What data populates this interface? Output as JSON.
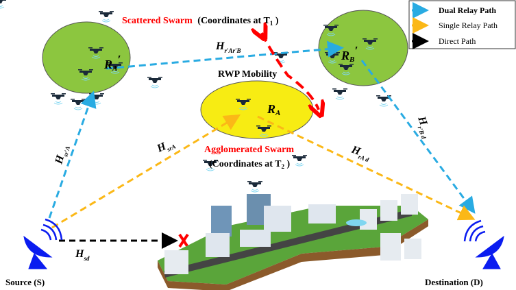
{
  "legend": {
    "items": [
      {
        "label": "Dual Relay Path",
        "color": "#29abe2"
      },
      {
        "label": "Single Relay Path",
        "color": "#fbb817"
      },
      {
        "label": "Direct Path",
        "color": "#000000"
      }
    ]
  },
  "labels": {
    "scattered": "Scattered Swarm",
    "scattered_coords": "(Coordinates at T",
    "t1": "1",
    "close_paren": " )",
    "rwp": "RWP Mobility",
    "agglomerated": "Agglomerated Swarm",
    "agg_coords": "(Coordinates at T",
    "t2": "2",
    "source": "Source (S)",
    "destination": "Destination (D)"
  },
  "relays": {
    "ra_prime": "R",
    "ra_prime_sub": "A",
    "prime": "′",
    "rb_prime": "R",
    "rb_prime_sub": "B",
    "ra": "R",
    "ra_sub": "A"
  },
  "channels": {
    "H": "H",
    "h_rarb_sub": "r′Ar′B",
    "h_sra_prime_sub": "sr′A",
    "h_sra_sub": "srA",
    "h_rad_sub": "rA d",
    "h_rbd_sub": "r′B d",
    "h_sd_sub": "sd"
  },
  "colors": {
    "green_swarm": "#8cc63f",
    "yellow_swarm": "#f7ec13",
    "blue": "#29abe2",
    "orange": "#fbb817",
    "red": "#ff0000",
    "dish": "#0a1cf0"
  }
}
